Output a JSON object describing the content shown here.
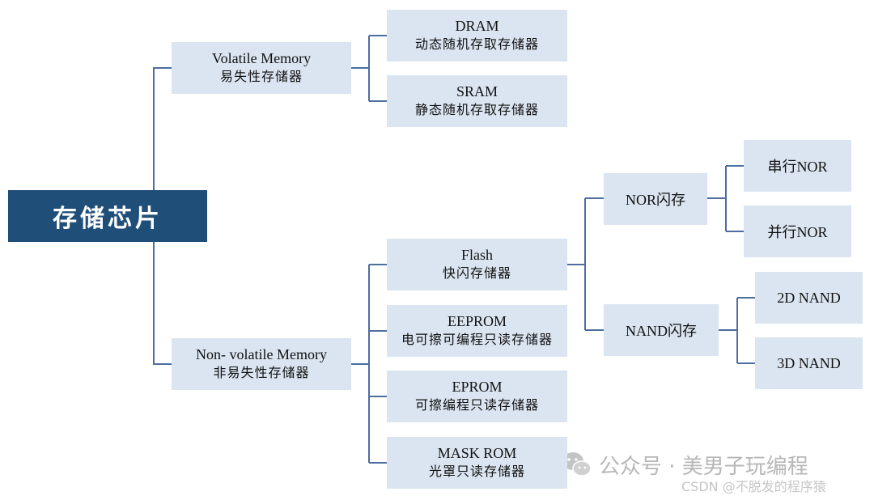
{
  "root": {
    "label": "存储芯片"
  },
  "volatile": {
    "en": "Volatile Memory",
    "zh": "易失性存储器",
    "children": [
      {
        "en": "DRAM",
        "zh": "动态随机存取存储器"
      },
      {
        "en": "SRAM",
        "zh": "静态随机存取存储器"
      }
    ]
  },
  "nonvolatile": {
    "en": "Non- volatile Memory",
    "zh": "非易失性存储器",
    "children": [
      {
        "en": "Flash",
        "zh": "快闪存储器"
      },
      {
        "en": "EEPROM",
        "zh": "电可擦可编程只读存储器"
      },
      {
        "en": "EPROM",
        "zh": "可擦编程只读存储器"
      },
      {
        "en": "MASK ROM",
        "zh": "光罩只读存储器"
      }
    ]
  },
  "flash": {
    "nor": {
      "label": "NOR闪存",
      "children": [
        "串行NOR",
        "并行NOR"
      ]
    },
    "nand": {
      "label": "NAND闪存",
      "children": [
        "2D NAND",
        "3D NAND"
      ]
    }
  },
  "watermark": {
    "text": "公众号 · 美男子玩编程",
    "csdn": "CSDN @不脱发的程序猿",
    "icon": "wechat-icon"
  },
  "colors": {
    "root_bg": "#1f4e79",
    "node_bg": "#dbe5f1",
    "line": "#4d6e9e"
  }
}
